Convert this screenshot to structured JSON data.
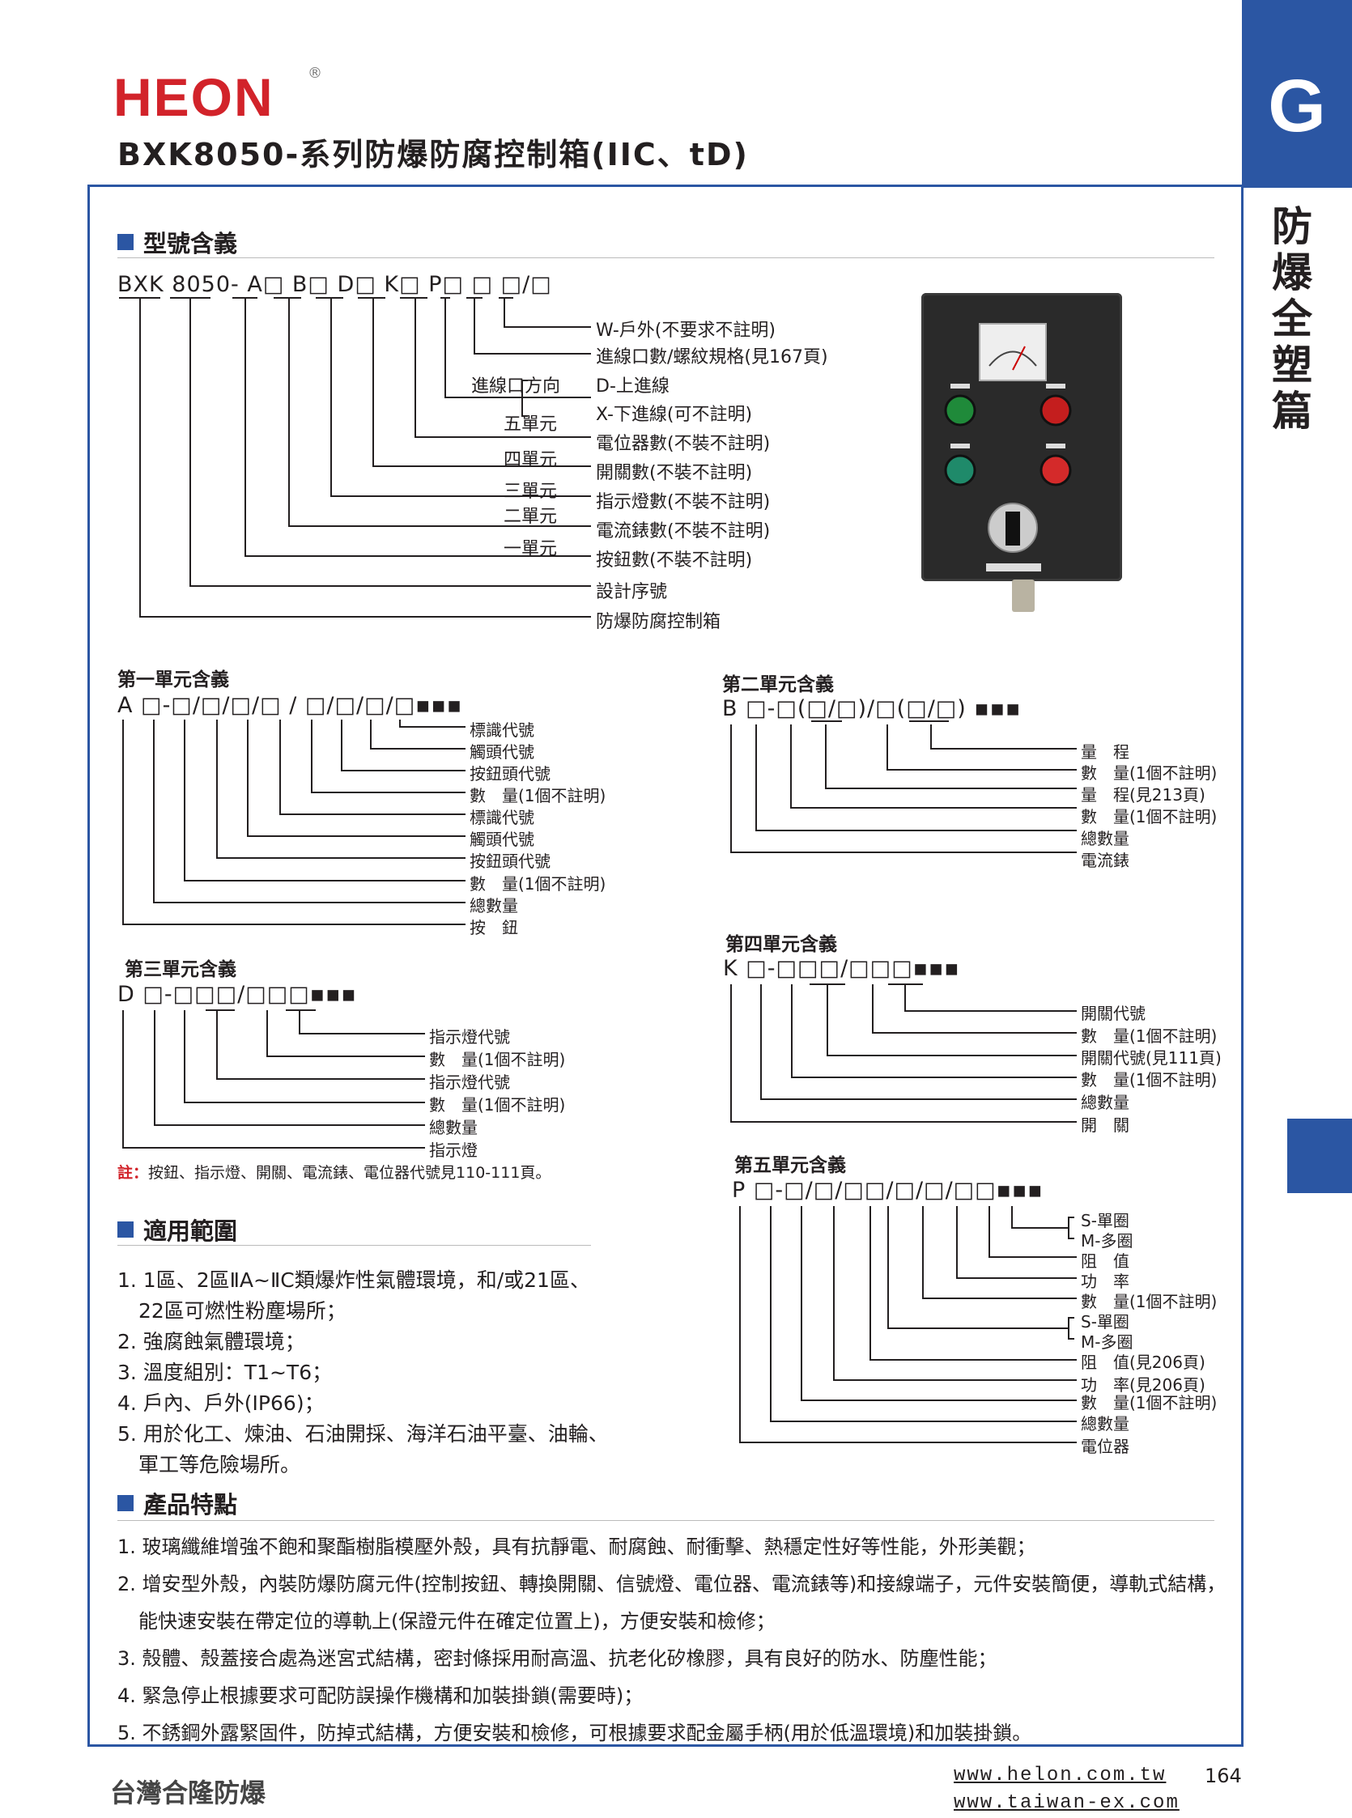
{
  "brand": {
    "logo_text": "HEON",
    "registered": "®"
  },
  "title": "BXK8050-系列防爆防腐控制箱(IIC、tD)",
  "side_tab": {
    "letter": "G",
    "vertical_title": "防爆全塑篇"
  },
  "model_section": {
    "heading": "型號含義",
    "code": "BXK 8050- A□ B□ D□ K□ P□ □ □/□",
    "labels_right": [
      "W-戶外(不要求不註明)",
      "進線口數/螺紋規格(見167頁)",
      "D-上進線",
      "X-下進線(可不註明)",
      "電位器數(不裝不註明)",
      "開關數(不裝不註明)",
      "指示燈數(不裝不註明)",
      "電流錶數(不裝不註明)",
      "按鈕數(不裝不註明)",
      "設計序號",
      "防爆防腐控制箱"
    ],
    "labels_left": [
      "進線口方向",
      "五單元",
      "四單元",
      "三單元",
      "二單元",
      "一單元"
    ]
  },
  "unit1": {
    "heading": "第一單元含義",
    "code": "A □-□/□/□/□ / □/□/□/□▪▪▪",
    "labels": [
      "標識代號",
      "觸頭代號",
      "按鈕頭代號",
      "數　量(1個不註明)",
      "標識代號",
      "觸頭代號",
      "按鈕頭代號",
      "數　量(1個不註明)",
      "總數量",
      "按　鈕"
    ]
  },
  "unit2": {
    "heading": "第二單元含義",
    "code": "B □-□(□/□)/□(□/□) ▪▪▪",
    "labels": [
      "量　程",
      "數　量(1個不註明)",
      "量　程(見213頁)",
      "數　量(1個不註明)",
      "總數量",
      "電流錶"
    ]
  },
  "unit3": {
    "heading": "第三單元含義",
    "code": "D □-□□□/□□□▪▪▪",
    "labels": [
      "指示燈代號",
      "數　量(1個不註明)",
      "指示燈代號",
      "數　量(1個不註明)",
      "總數量",
      "指示燈"
    ]
  },
  "note": {
    "prefix": "註：",
    "text": "按鈕、指示燈、開關、電流錶、電位器代號見110-111頁。"
  },
  "unit4": {
    "heading": "第四單元含義",
    "code": "K □-□□□/□□□▪▪▪",
    "labels": [
      "開關代號",
      "數　量(1個不註明)",
      "開關代號(見111頁)",
      "數　量(1個不註明)",
      "總數量",
      "開　關"
    ]
  },
  "unit5": {
    "heading": "第五單元含義",
    "code": "P □-□/□/□□/□/□/□□▪▪▪",
    "labels": [
      "S-單圈",
      "M-多圈",
      "阻　值",
      "功　率",
      "數　量(1個不註明)",
      "S-單圈",
      "M-多圈",
      "阻　值(見206頁)",
      "功　率(見206頁)",
      "數　量(1個不註明)",
      "總數量",
      "電位器"
    ]
  },
  "apply": {
    "heading": "適用範圍",
    "items": [
      "1. 1區、2區ⅡA~ⅡC類爆炸性氣體環境，和/或21區、",
      "22區可燃性粉塵場所；",
      "2. 強腐蝕氣體環境；",
      "3. 溫度組別：T1~T6；",
      "4. 戶內、戶外(IP66)；",
      "5. 用於化工、煉油、石油開採、海洋石油平臺、油輪、",
      "軍工等危險場所。"
    ]
  },
  "features": {
    "heading": "產品特點",
    "items": [
      "1. 玻璃纖維增強不飽和聚酯樹脂模壓外殼，具有抗靜電、耐腐蝕、耐衝擊、熱穩定性好等性能，外形美觀；",
      "2. 增安型外殼，內裝防爆防腐元件(控制按鈕、轉換開關、信號燈、電位器、電流錶等)和接線端子，元件安裝簡便，導軌式結構，",
      "能快速安裝在帶定位的導軌上(保證元件在確定位置上)，方便安裝和檢修；",
      "3. 殼體、殼蓋接合處為迷宮式結構，密封條採用耐高溫、抗老化矽橡膠，具有良好的防水、防塵性能；",
      "4. 緊急停止根據要求可配防誤操作機構和加裝掛鎖(需要時)；",
      "5. 不銹鋼外露緊固件，防掉式結構，方便安裝和檢修，可根據要求配金屬手柄(用於低溫環境)和加裝掛鎖。"
    ]
  },
  "footer": {
    "company": "台灣合隆防爆",
    "url1": "www.helon.com.tw",
    "url2": "www.taiwan-ex.com",
    "page": "164"
  }
}
